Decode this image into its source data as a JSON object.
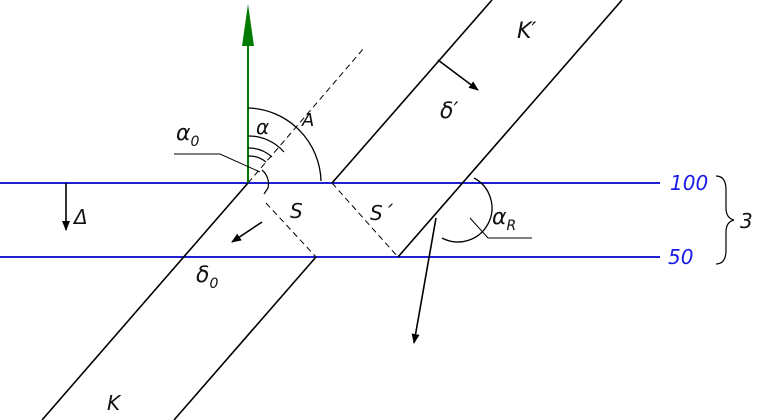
{
  "labels": {
    "K_prime": "K′",
    "K": "K",
    "delta_prime": "δ′",
    "delta_0_main": "δ",
    "delta_0_sub": "0",
    "alpha_0_main": "α",
    "alpha_0_sub": "0",
    "alpha": "α",
    "A": "A",
    "S": "S",
    "S_prime": "S´",
    "alpha_R_main": "α",
    "alpha_R_sub": "R",
    "Delta": "Δ",
    "level_100": "100",
    "level_50": "50",
    "bracket_3": "3"
  },
  "colors": {
    "lines": "#000000",
    "levels": "#0000cc",
    "level_text": "#1a1ae6",
    "north_arrow": "#007a00"
  }
}
